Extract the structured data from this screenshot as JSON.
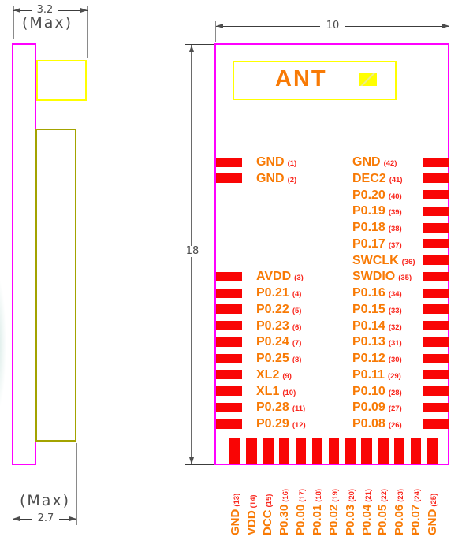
{
  "title": "RF module pinout and side-profile drawing",
  "colors": {
    "outline": "#FF00FF",
    "ant_box": "#FFFF00",
    "shield": "#A3A300",
    "pad": "#F90505",
    "label": "#F87A05",
    "pin_number": "#F9271E",
    "dim": "#4D4D4D",
    "dim_line": "#3C3C3C"
  },
  "side_view": {
    "dim_top": {
      "value": "3.2",
      "note": "(Max)"
    },
    "dim_bottom": {
      "value": "2.7",
      "note": "(Max)"
    }
  },
  "module": {
    "ant_label": "ANT",
    "dim_width": "10",
    "dim_height": "18",
    "left_pins": [
      {
        "label": "GND",
        "num": "(1)",
        "row": 0
      },
      {
        "label": "GND",
        "num": "(2)",
        "row": 1
      },
      {
        "label": "AVDD",
        "num": "(3)",
        "row": 7
      },
      {
        "label": "P0.21",
        "num": "(4)",
        "row": 8
      },
      {
        "label": "P0.22",
        "num": "(5)",
        "row": 9
      },
      {
        "label": "P0.23",
        "num": "(6)",
        "row": 10
      },
      {
        "label": "P0.24",
        "num": "(7)",
        "row": 11
      },
      {
        "label": "P0.25",
        "num": "(8)",
        "row": 12
      },
      {
        "label": "XL2",
        "num": "(9)",
        "row": 13
      },
      {
        "label": "XL1",
        "num": "(10)",
        "row": 14
      },
      {
        "label": "P0.28",
        "num": "(11)",
        "row": 15
      },
      {
        "label": "P0.29",
        "num": "(12)",
        "row": 16
      }
    ],
    "right_pins": [
      {
        "label": "GND",
        "num": "(42)",
        "row": 0
      },
      {
        "label": "DEC2",
        "num": "(41)",
        "row": 1
      },
      {
        "label": "P0.20",
        "num": "(40)",
        "row": 2
      },
      {
        "label": "P0.19",
        "num": "(39)",
        "row": 3
      },
      {
        "label": "P0.18",
        "num": "(38)",
        "row": 4
      },
      {
        "label": "P0.17",
        "num": "(37)",
        "row": 5
      },
      {
        "label": "SWCLK",
        "num": "(36)",
        "row": 6
      },
      {
        "label": "SWDIO",
        "num": "(35)",
        "row": 7
      },
      {
        "label": "P0.16",
        "num": "(34)",
        "row": 8
      },
      {
        "label": "P0.15",
        "num": "(33)",
        "row": 9
      },
      {
        "label": "P0.14",
        "num": "(32)",
        "row": 10
      },
      {
        "label": "P0.13",
        "num": "(31)",
        "row": 11
      },
      {
        "label": "P0.12",
        "num": "(30)",
        "row": 12
      },
      {
        "label": "P0.11",
        "num": "(29)",
        "row": 13
      },
      {
        "label": "P0.10",
        "num": "(28)",
        "row": 14
      },
      {
        "label": "P0.09",
        "num": "(27)",
        "row": 15
      },
      {
        "label": "P0.08",
        "num": "(26)",
        "row": 16
      }
    ],
    "bottom_pins": [
      {
        "label": "GND",
        "num": "(13)"
      },
      {
        "label": "VDD",
        "num": "(14)"
      },
      {
        "label": "DCC",
        "num": "(15)"
      },
      {
        "label": "P0.30",
        "num": "(16)"
      },
      {
        "label": "P0.00",
        "num": "(17)"
      },
      {
        "label": "P0.01",
        "num": "(18)"
      },
      {
        "label": "P0.02",
        "num": "(19)"
      },
      {
        "label": "P0.03",
        "num": "(20)"
      },
      {
        "label": "P0.04",
        "num": "(21)"
      },
      {
        "label": "P0.05",
        "num": "(22)"
      },
      {
        "label": "P0.06",
        "num": "(23)"
      },
      {
        "label": "P0.07",
        "num": "(24)"
      },
      {
        "label": "GND",
        "num": "(25)"
      }
    ]
  }
}
